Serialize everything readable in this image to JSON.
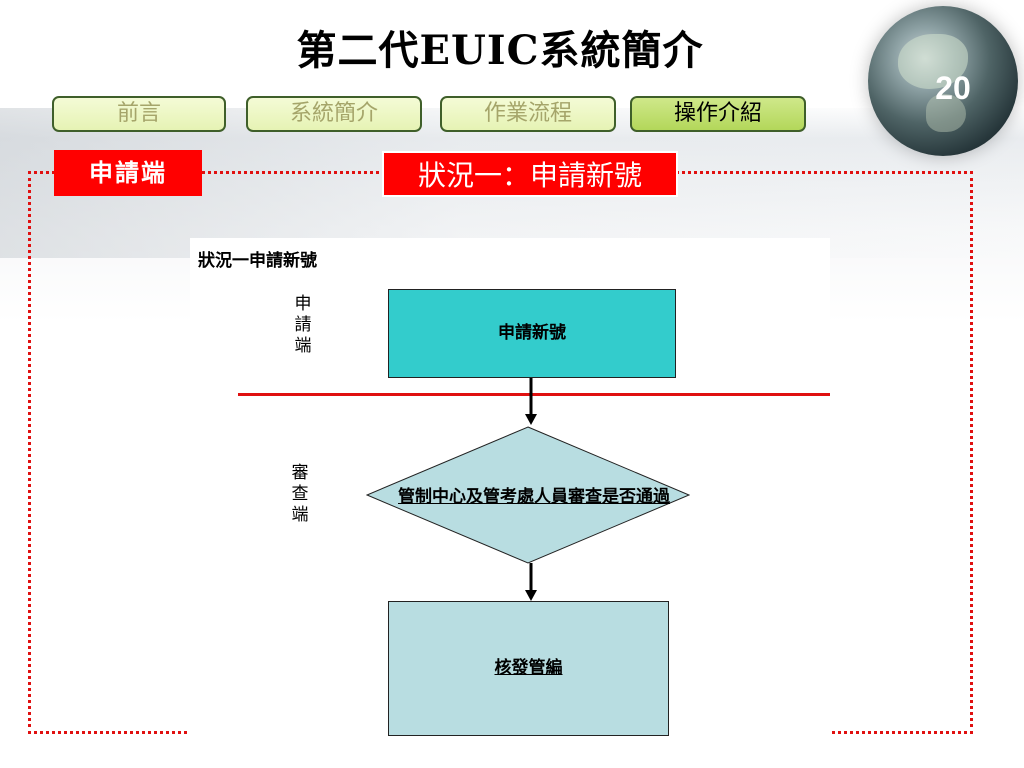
{
  "title": "第二代EUIC系統簡介",
  "page_number": "20",
  "tabs": [
    {
      "label": "前言",
      "active": false
    },
    {
      "label": "系統簡介",
      "active": false
    },
    {
      "label": "作業流程",
      "active": false
    },
    {
      "label": "操作介紹",
      "active": true
    }
  ],
  "labels": {
    "applicant": "申請端",
    "case": "狀況一：申請新號"
  },
  "diagram": {
    "title": "狀況一申請新號",
    "lanes": {
      "applicant": "申請端",
      "review": "審查端"
    },
    "nodes": {
      "request_new": "申請新號",
      "decision": "管制中心及管考處人員審查是否通過",
      "issue": "核發管編"
    }
  },
  "colors": {
    "accent_red": "#ff0000",
    "process_cyan": "#33cccc",
    "process_light": "#b8dde1",
    "tab_green": "#b3d75a"
  }
}
